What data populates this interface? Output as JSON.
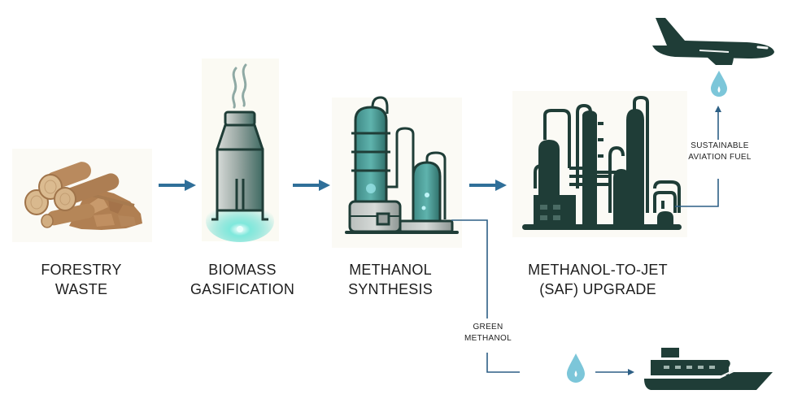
{
  "title": "Forestry waste to sustainable fuels process flow",
  "colors": {
    "arrow": "#2f6f99",
    "line": "#2d5f85",
    "icon_dark": "#1f3d37",
    "icon_teal": "#2a6a66",
    "glow": "#4fd1c5",
    "drop": "#7cc6d9",
    "wood": "#b98a5e"
  },
  "stages": [
    {
      "id": "forestry-waste",
      "line1": "FORESTRY",
      "line2": "WASTE",
      "icon": "log-pile-icon"
    },
    {
      "id": "biomass-gasification",
      "line1": "BIOMASS",
      "line2": "GASIFICATION",
      "icon": "gasifier-icon"
    },
    {
      "id": "methanol-synthesis",
      "line1": "METHANOL",
      "line2": "SYNTHESIS",
      "icon": "reactor-icon"
    },
    {
      "id": "methanol-to-jet",
      "line1": "METHANOL-TO-JET",
      "line2": "(SAF) UPGRADE",
      "icon": "refinery-icon"
    }
  ],
  "outputs": {
    "saf": {
      "line1": "SUSTAINABLE",
      "line2": "AVIATION FUEL",
      "icon": "airplane-icon"
    },
    "methanol": {
      "line1": "GREEN",
      "line2": "METHANOL",
      "icon": "ship-icon"
    }
  }
}
